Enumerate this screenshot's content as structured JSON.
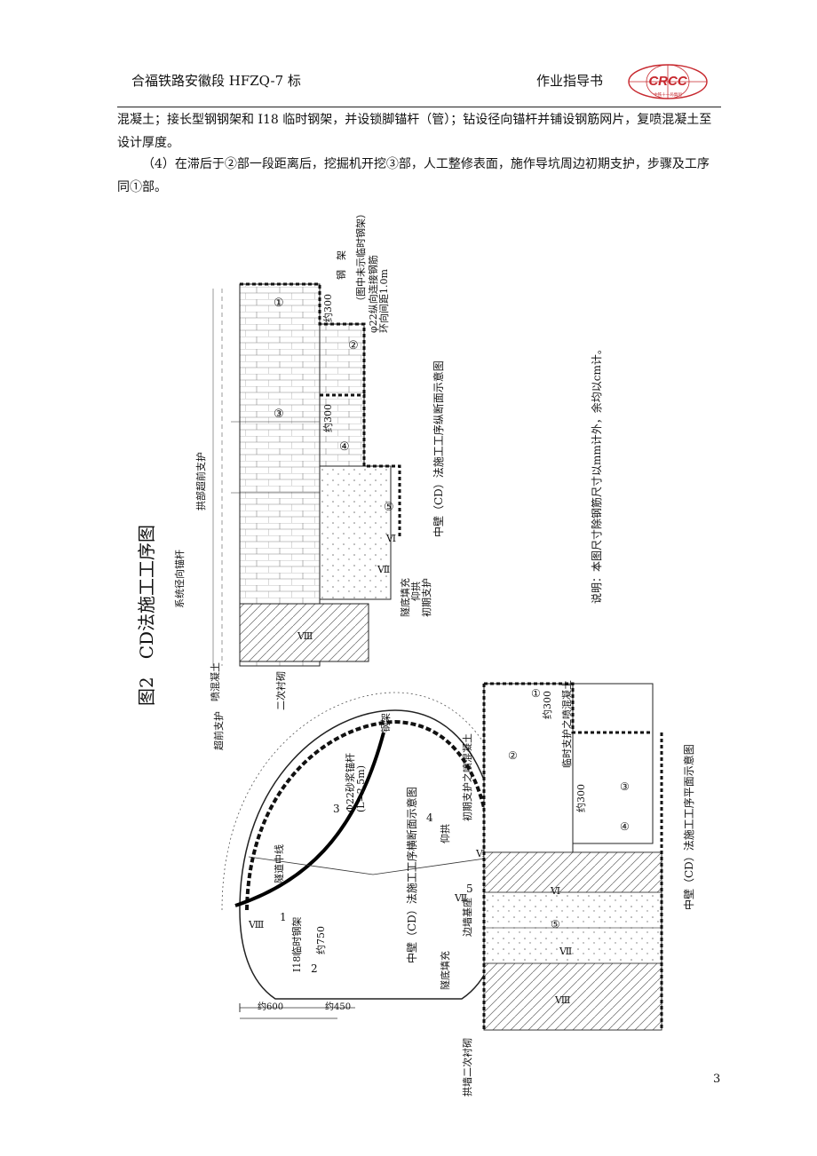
{
  "header": {
    "project": "合福铁路安徽段 HFZQ-7 标",
    "doc_type": "作业指导书",
    "logo_text": "CRCC",
    "logo_subtext": "中铁十一局集团"
  },
  "body": {
    "paragraph1": "混凝土；接长型钢钢架和 I18 临时钢架，并设锁脚锚杆（管）；钻设径向锚杆并铺设钢筋网片，复喷混凝土至设计厚度。",
    "paragraph2": "（4）在滞后于②部一段距离后，挖掘机开挖③部，人工整修表面，施作导坑周边初期支护，步骤及工序同①部。"
  },
  "figure": {
    "title": "图2　CD法施工工序图",
    "note": "说明：本图尺寸除钢筋尺寸以mm计外，余均以cm计。",
    "longitudinal": {
      "caption": "中壁（CD）法施工工序纵断面示意图",
      "label_steel_frame": "钢　架",
      "label_steel_frame_note": "（图中未示临时钢架）",
      "label_connect_rebar": "φ22纵向连接钢筋",
      "label_ring_spacing": "环向间距1.0m",
      "label_advance_support": "拱部超前支护",
      "label_radial_bolt": "系统径向锚杆",
      "label_shotcrete": "喷混凝土",
      "label_secondary_lining": "二次衬砌",
      "label_tunnel_fill": "隧底填充",
      "label_invert": "仰拱",
      "label_initial_support": "初期支护",
      "dim_about_300_a": "约300",
      "dim_about_300_b": "约300",
      "parts": [
        "①",
        "②",
        "③",
        "④",
        "⑤",
        "Ⅵ",
        "Ⅶ",
        "Ⅷ"
      ]
    },
    "cross": {
      "caption": "中壁（CD）法施工工序横断面示意图",
      "label_advance_support": "超前支护",
      "label_steel_frame": "钢架",
      "label_mortar_bolt": "Φ22砂浆锚杆",
      "label_bolt_length": "(L=2.5m)",
      "label_tunnel_center": "隧道中线",
      "label_temp_frame": "I18临时钢架",
      "dim_750": "约750",
      "dim_600": "约600",
      "dim_450": "约450",
      "parts": [
        "1",
        "2",
        "3",
        "4",
        "5",
        "Ⅵ",
        "Ⅶ",
        "Ⅷ"
      ]
    },
    "plan": {
      "caption": "中壁（CD）法施工工序平面示意图",
      "label_temp_shotcrete": "临时支护之喷混凝土",
      "label_initial_shotcrete": "初期支护之喷混凝土",
      "label_invert": "仰拱",
      "label_wall_base": "边墙基座",
      "label_tunnel_fill": "隧底填充",
      "label_secondary_lining": "拱墙二次衬砌",
      "dim_300_a": "约300",
      "dim_300_b": "约300",
      "parts": [
        "①",
        "②",
        "③",
        "④",
        "⑤",
        "Ⅵ",
        "Ⅶ",
        "Ⅷ"
      ]
    }
  },
  "page_number": "3"
}
